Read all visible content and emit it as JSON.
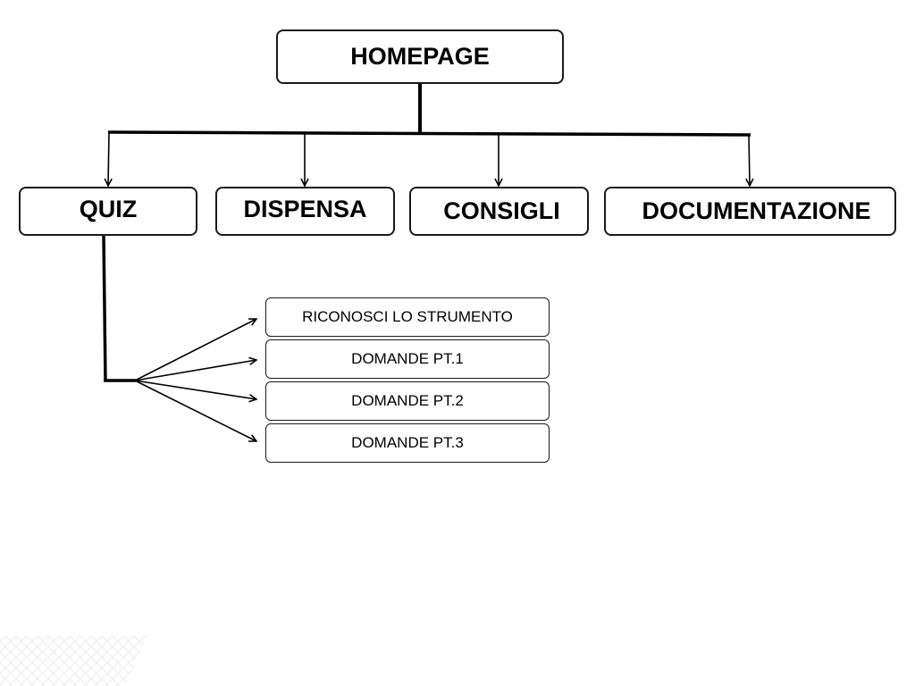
{
  "diagram": {
    "root": {
      "label": "HOMEPAGE"
    },
    "sections": [
      {
        "label": "QUIZ"
      },
      {
        "label": "DISPENSA"
      },
      {
        "label": "CONSIGLI"
      },
      {
        "label": "DOCUMENTAZIONE"
      }
    ],
    "quiz_children": [
      {
        "label": "RICONOSCI LO STRUMENTO"
      },
      {
        "label": "DOMANDE PT.1"
      },
      {
        "label": "DOMANDE PT.2"
      },
      {
        "label": "DOMANDE PT.3"
      }
    ]
  },
  "colors": {
    "line": "#000000",
    "border": "#1a1a1a",
    "background": "#ffffff",
    "watermark": "#eeeef2"
  }
}
